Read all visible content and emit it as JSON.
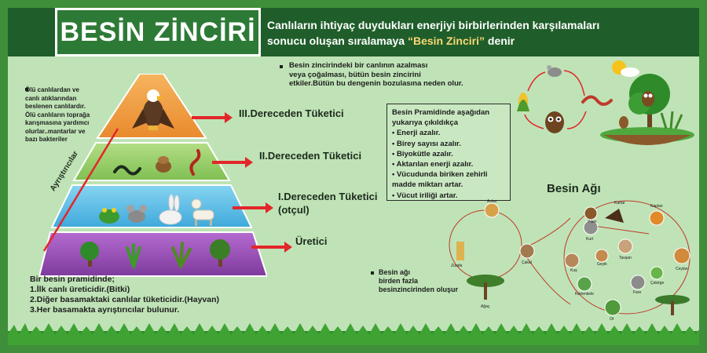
{
  "header": {
    "title": "BESİN ZİNCİRİ",
    "line1": "Canlıların ihtiyaç duydukları enerjiyi birbirlerinden karşılamaları",
    "line2_pre": "sonucu  oluşan sıralamaya ",
    "line2_hl": "“Besin Zinciri”",
    "line2_post": " denir"
  },
  "decomposer_note": {
    "l1": "Ölü canlılardan ve",
    "l2": "canlı atıklarından",
    "l3": "beslenen canlılardır.",
    "l4": "Ölü canlıların toprağa",
    "l5": "karışmasına yardımcı",
    "l6": "olurlar..mantarlar ve",
    "l7": "bazı bakteriler"
  },
  "decomposers_label": "Ayrıştırıcılar",
  "levels": {
    "l3": "III.Dereceden Tüketici",
    "l2": "II.Dereceden Tüketici",
    "l1a": "I.Dereceden Tüketici",
    "l1b": "(otçul)",
    "p": "Üretici"
  },
  "chain_note": {
    "l1": "Besin zincirindeki bir canlının azalması",
    "l2": "veya çoğalması, bütün besin zincirini",
    "l3": "etkiler.Bütün bu dengenin bozulasına neden olur."
  },
  "pyramid_box": {
    "lines": [
      "Besin Pramidinde aşağıdan",
      "yukarıya çıkıldıkça",
      "• Enerji azalır.",
      "• Birey sayısı azalır.",
      "• Biyokütle azalır.",
      "• Aktarılan enerji azalır.",
      "• Vücudunda biriken zehirli",
      "  madde miktarı artar.",
      "• Vücut iriliği artar."
    ]
  },
  "food_web": {
    "title": "Besin Ağı",
    "note1": "Besin ağı",
    "note2": "birden fazla",
    "note3": "besinzincirinden oluşur",
    "nodes": [
      "Aslan",
      "Zürafa",
      "Ağaç",
      "Çakal",
      "Ceylan",
      "Ot",
      "Fare",
      "Kertenkele",
      "Tavşan",
      "Kartal",
      "Kaplan",
      "Kurt",
      "Kuş",
      "Yılan",
      "Geyik",
      "Çekirge"
    ]
  },
  "bottom_note": {
    "l1": "Bir besin pramidinde;",
    "l2": "1.İlk canlı üreticidir.(Bitki)",
    "l3": "2.Diğer basamaktaki canlılar tüketicidir.(Hayvan)",
    "l4": "3.Her basamakta ayrıştırıcılar bulunur."
  },
  "colors": {
    "frame": "#3f8f3a",
    "background": "#bfe3b6",
    "header": "#1f5e2a",
    "tier_top": "#f2a24b",
    "tier_2": "#9fd16f",
    "tier_3": "#63c3ea",
    "tier_base": "#9b4fba",
    "arrow": "#e3262a"
  }
}
